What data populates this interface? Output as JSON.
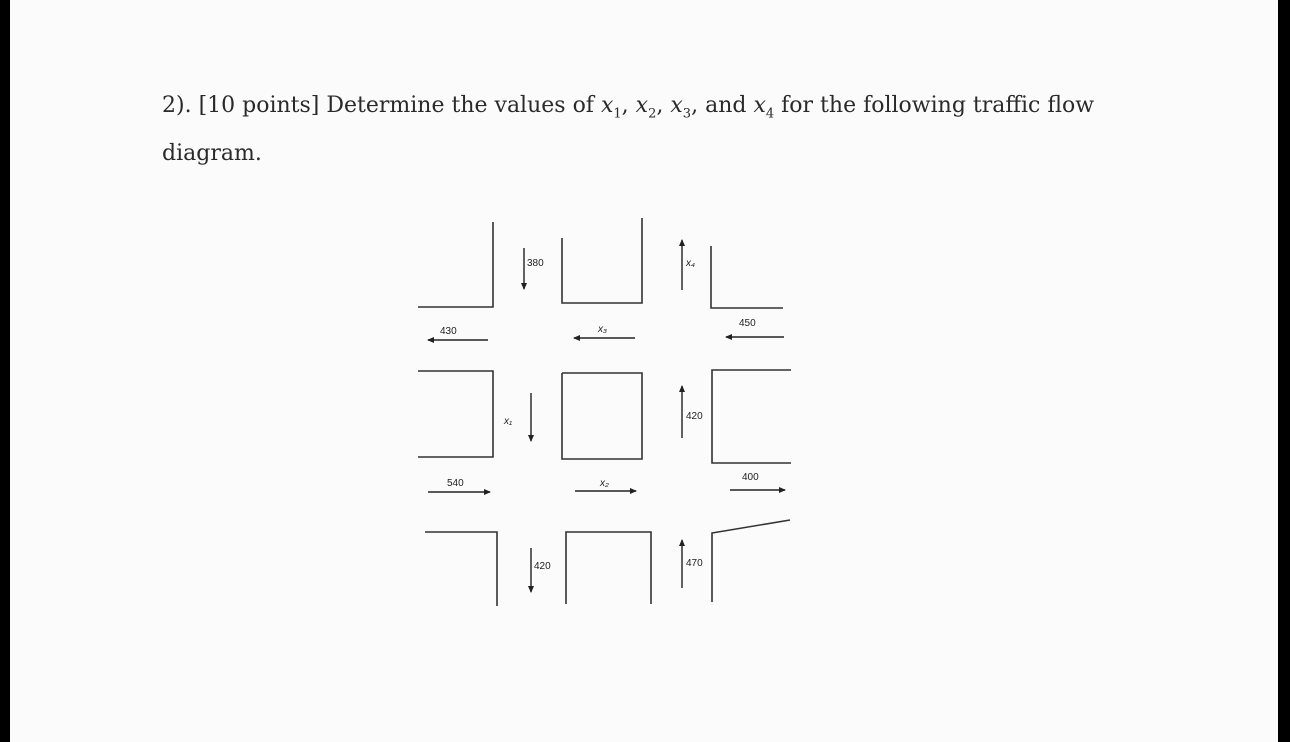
{
  "problem": {
    "prefix": "2). [10 points] Determine the values of",
    "var1": "x",
    "sub1": "1",
    "var2": "x",
    "sub2": "2",
    "var3": "x",
    "sub3": "3",
    "and_word": "and",
    "var4": "x",
    "sub4": "4",
    "suffix": "for the following traffic flow diagram."
  },
  "diagram": {
    "flows": {
      "top_left_in": "380",
      "top_right_out": "x₄",
      "row1_left": "430",
      "row1_middle": "x₃",
      "row1_right": "450",
      "mid_left_down": "x₁",
      "mid_right_up": "420",
      "row2_left": "540",
      "row2_middle": "x₂",
      "row2_right": "400",
      "bottom_left_in": "420",
      "bottom_right_in": "470"
    }
  }
}
